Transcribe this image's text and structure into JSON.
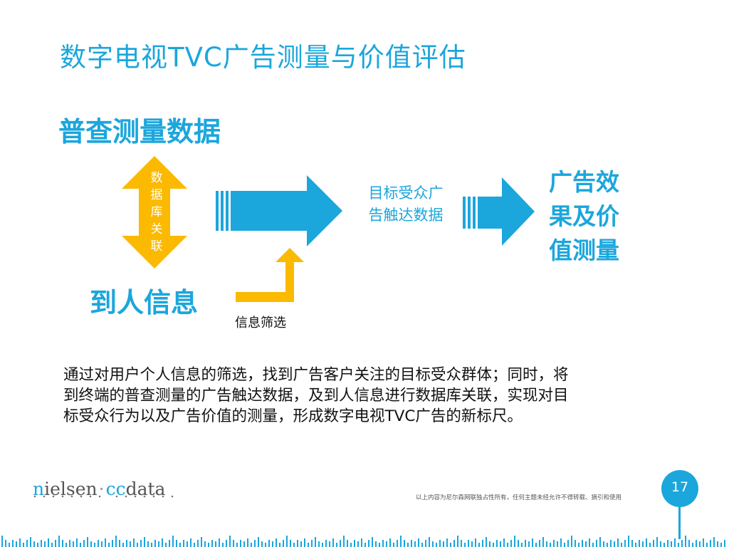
{
  "slide": {
    "title": "数字电视TVC广告测量与价值评估",
    "census_heading": "普查测量数据",
    "person_heading": "到人信息",
    "arrow_label": [
      "数",
      "据",
      "库",
      "关",
      "联"
    ],
    "reach_label": [
      "目标受众广",
      "告触达数据"
    ],
    "effect_label": [
      "广告效",
      "果及价",
      "值测量"
    ],
    "filter_label": "信息筛选",
    "description": [
      "通过对用户个人信息的筛选，找到广告客户关注的目标受众群体；同时，将",
      "到终端的普查测量的广告触达数据，及到人信息进行数据库关联，实现对目",
      "标受众行为以及广告价值的测量，形成数字电视TVC广告的新标尺。"
    ]
  },
  "footer": {
    "logo": {
      "part1_initial": "n",
      "part1_rest": "ielsen",
      "separator": "·",
      "part2_cc": "cc",
      "part2_rest": "data"
    },
    "copyright": "以上内容为尼尔森网联独占性所有，任何主题未经允许不得转载、摘引和使用",
    "page_number": "17"
  },
  "colors": {
    "accent_blue": "#1ba6dc",
    "arrow_yellow": "#fbb900",
    "text_dark": "#111111"
  },
  "icons": [
    "double-arrow-vertical",
    "right-arrow",
    "right-arrow",
    "corner-up-arrow",
    "footer-bars"
  ]
}
